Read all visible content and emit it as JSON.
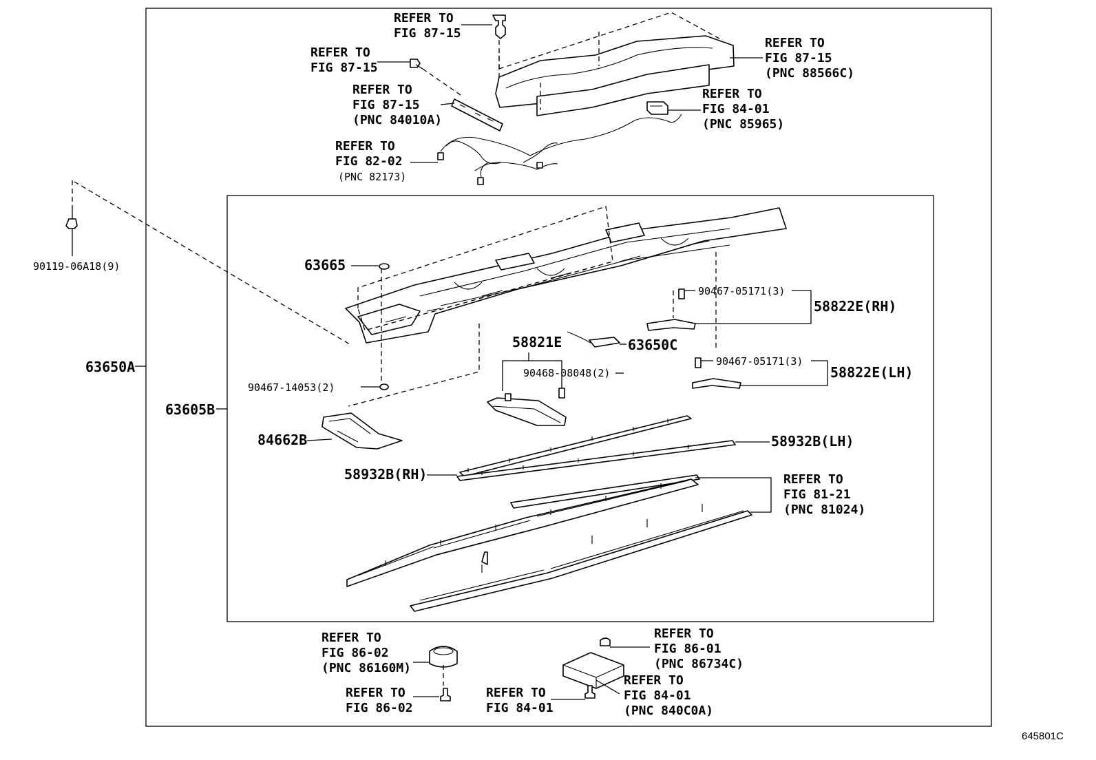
{
  "figure_id": "645801C",
  "callouts": {
    "clip_top": [
      "REFER TO",
      "FIG 87-15"
    ],
    "screw_top": [
      "REFER TO",
      "FIG 87-15"
    ],
    "pad_top": [
      "REFER TO",
      "FIG 87-15",
      "(PNC 88566C)"
    ],
    "bracket_84010A": [
      "REFER TO",
      "FIG 87-15",
      "(PNC 84010A)"
    ],
    "module_85965": [
      "REFER TO",
      "FIG 84-01",
      "(PNC 85965)"
    ],
    "harness_82173": [
      "REFER TO",
      "FIG 82-02",
      "(PNC 82173)"
    ],
    "rail_81024": [
      "REFER TO",
      "FIG 81-21",
      "(PNC 81024)"
    ],
    "speaker_86160M": [
      "REFER TO",
      "FIG 86-02",
      "(PNC 86160M)"
    ],
    "bolt_86_02": [
      "REFER TO",
      "FIG 86-02"
    ],
    "nut_86734C": [
      "REFER TO",
      "FIG 86-01",
      "(PNC 86734C)"
    ],
    "bolt_84_01": [
      "REFER TO",
      "FIG 84-01"
    ],
    "ecu_840C0A": [
      "REFER TO",
      "FIG 84-01",
      "(PNC 840C0A)"
    ]
  },
  "parts": {
    "p90119": "90119-06A18(9)",
    "p63650A": "63650A",
    "p63605B": "63605B",
    "p63665": "63665",
    "p90467_14053": "90467-14053(2)",
    "p84662B": "84662B",
    "p58821E": "58821E",
    "p90468": "90468-08048(2)",
    "p63650C": "63650C",
    "p90467_05171_rh": "90467-05171(3)",
    "p58822E_rh": "58822E(RH)",
    "p90467_05171_lh": "90467-05171(3)",
    "p58822E_lh": "58822E(LH)",
    "p58932B_lh": "58932B(LH)",
    "p58932B_rh": "58932B(RH)"
  }
}
